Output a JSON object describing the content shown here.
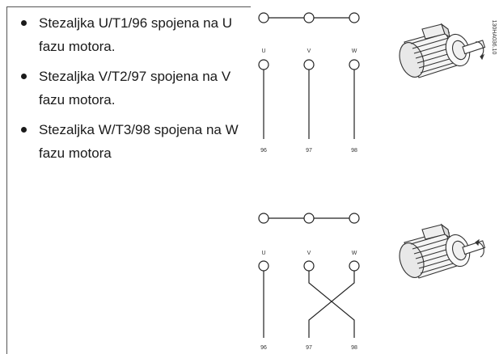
{
  "bullets": [
    {
      "text": "Stezaljka U/T1/96 spojena na U fazu motora."
    },
    {
      "text": "Stezaljka V/T2/97 spojena na V fazu motora."
    },
    {
      "text": "Stezaljka W/T3/98 spojena na W fazu motora"
    }
  ],
  "diagram_top": {
    "phase_labels": [
      "U",
      "V",
      "W"
    ],
    "terminal_numbers": [
      "96",
      "97",
      "98"
    ]
  },
  "diagram_bottom": {
    "phase_labels": [
      "U",
      "V",
      "W"
    ],
    "terminal_numbers": [
      "96",
      "97",
      "98"
    ]
  },
  "figure_ref": "130HA036.10"
}
